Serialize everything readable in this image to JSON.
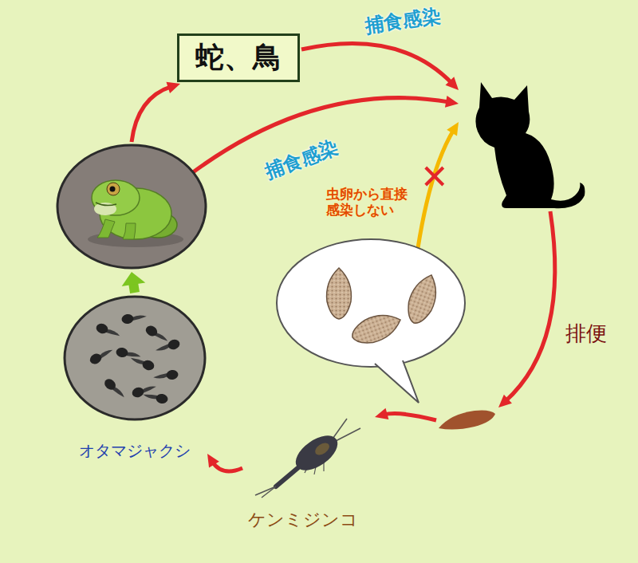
{
  "diagram": {
    "nodes": [
      {
        "text": [
          "蛇、鳥"
        ]
      },
      {
        "text": []
      },
      {
        "text": []
      },
      {
        "text": []
      },
      {
        "text": [
          "ケンミジンコ"
        ]
      },
      {
        "text": [
          "オタマジャクシ"
        ]
      },
      {
        "text": []
      }
    ],
    "edges": [
      {
        "from": 6,
        "to": 0,
        "arrow": "to"
      },
      {
        "from": 0,
        "to": 1,
        "label": "捕食感染",
        "arrow": "to"
      },
      {
        "from": 6,
        "to": 1,
        "label": "捕食感染",
        "arrow": "to"
      },
      {
        "from": 3,
        "to": 1,
        "label": "虫卵から直接感染しない",
        "arrow": "to"
      },
      {
        "from": 1,
        "to": 2,
        "label": "排便",
        "arrow": "to"
      },
      {
        "from": 2,
        "to": 4,
        "arrow": "to"
      },
      {
        "from": 4,
        "to": 5,
        "arrow": "to"
      },
      {
        "from": 5,
        "to": 6,
        "arrow": "to"
      }
    ]
  }
}
